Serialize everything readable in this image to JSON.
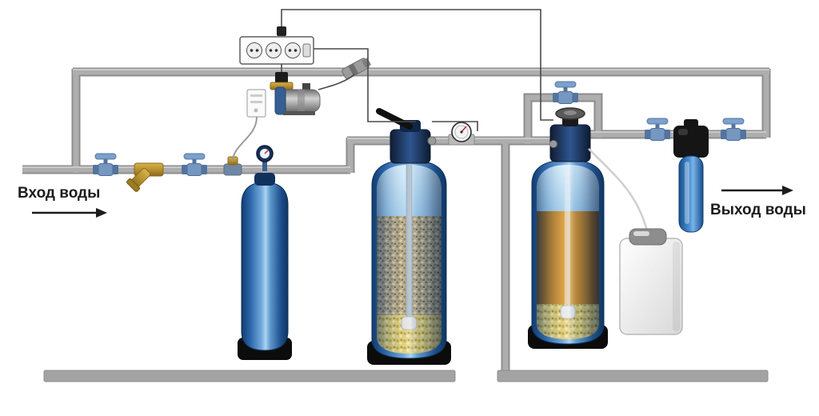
{
  "diagram": {
    "type": "water-treatment-system-schematic",
    "labels": {
      "inlet": "Вход воды",
      "outlet": "Выход воды"
    },
    "components": [
      {
        "name": "power-strip-controller"
      },
      {
        "name": "air-compressor"
      },
      {
        "name": "solenoid-valve"
      },
      {
        "name": "air-check-valve"
      },
      {
        "name": "inlet-ball-valve"
      },
      {
        "name": "y-strainer"
      },
      {
        "name": "second-inlet-ball-valve"
      },
      {
        "name": "air-injection-tee"
      },
      {
        "name": "pressure-gauge"
      },
      {
        "name": "aeration-column"
      },
      {
        "name": "media-filter-tank"
      },
      {
        "name": "filter-control-valve"
      },
      {
        "name": "water-meter"
      },
      {
        "name": "drain-pipe"
      },
      {
        "name": "softener-tank"
      },
      {
        "name": "softener-control-valve"
      },
      {
        "name": "bypass-ball-valve"
      },
      {
        "name": "brine-tank"
      },
      {
        "name": "outlet-ball-valve-1"
      },
      {
        "name": "cartridge-filter-housing"
      },
      {
        "name": "outlet-ball-valve-2"
      }
    ],
    "colors": {
      "pipe": "#a3a3a3",
      "pipe_highlight": "#c6c6c6",
      "tank_blue_dark": "#123c6e",
      "tank_blue_light": "#a9d3f0",
      "water_light": "#bfe3f7",
      "media_gravel": "#b0a078",
      "media_amber": "#c07a14",
      "media_yellow": "#dcc868",
      "valve_blue": "#7597c0",
      "brass": "#b8912f",
      "base_black": "#0c0c0c",
      "brine_white": "#f7f7f7",
      "wire": "#4a4a4a",
      "text": "#1c1c1c",
      "background": "#ffffff"
    }
  }
}
